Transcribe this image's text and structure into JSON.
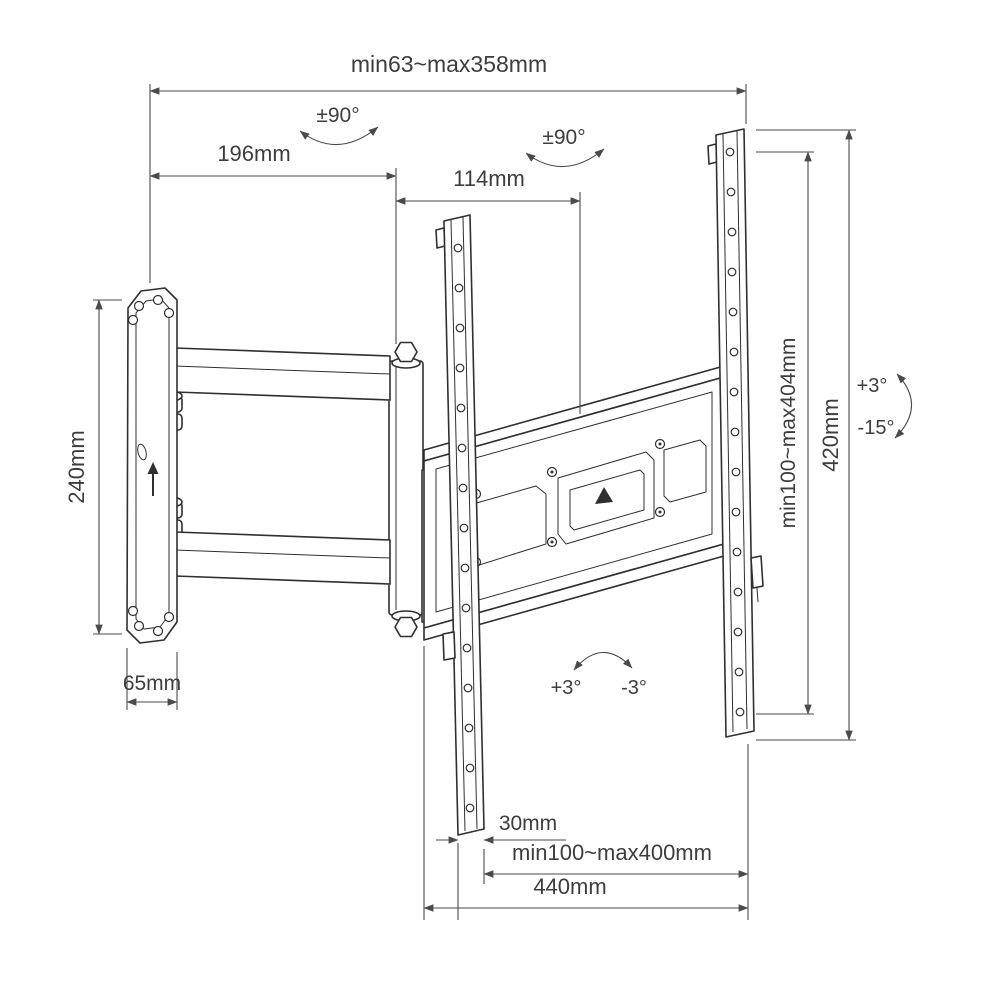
{
  "diagram": {
    "labels": {
      "extension_range": "min63~max358mm",
      "swivel_left": "±90°",
      "swivel_right": "±90°",
      "arm_section_1": "196mm",
      "arm_section_2": "114mm",
      "wall_plate_height": "240mm",
      "wall_plate_width": "65mm",
      "vesa_vertical": "min100~max404mm",
      "bracket_height": "420mm",
      "tilt_up": "+3°",
      "tilt_down": "-15°",
      "swivel_fine_plus": "+3°",
      "swivel_fine_minus": "-3°",
      "hole_offset": "30mm",
      "vesa_horizontal": "min100~max400mm",
      "bracket_width": "440mm"
    },
    "colors": {
      "line": "#2f2f2f",
      "dimension": "#4a4a4a",
      "text": "#3d3d3d",
      "background": "#ffffff"
    }
  }
}
